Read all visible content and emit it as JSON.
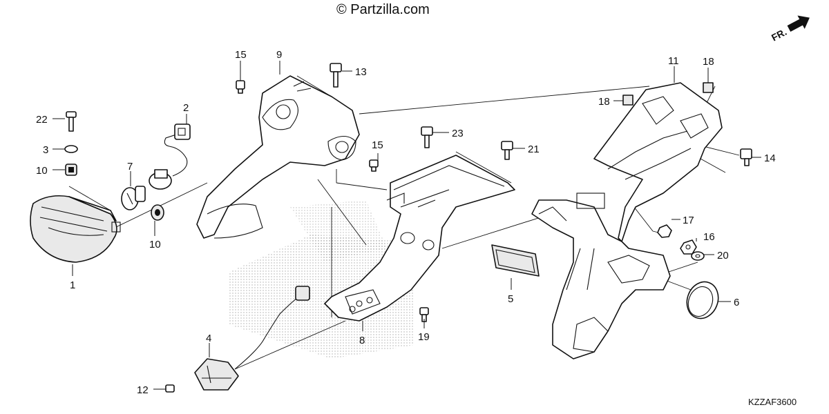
{
  "watermark": "© Partzilla.com",
  "direction_label": "FR.",
  "diagram_code": "KZZAF3600",
  "callouts": {
    "c1": "1",
    "c2": "2",
    "c3": "3",
    "c4": "4",
    "c5": "5",
    "c6": "6",
    "c7": "7",
    "c8": "8",
    "c9": "9",
    "c10a": "10",
    "c10b": "10",
    "c11": "11",
    "c12": "12",
    "c13": "13",
    "c14": "14",
    "c15a": "15",
    "c15b": "15",
    "c16": "16",
    "c17": "17",
    "c18a": "18",
    "c18b": "18",
    "c19": "19",
    "c20": "20",
    "c21": "21",
    "c22": "22",
    "c23": "23"
  }
}
